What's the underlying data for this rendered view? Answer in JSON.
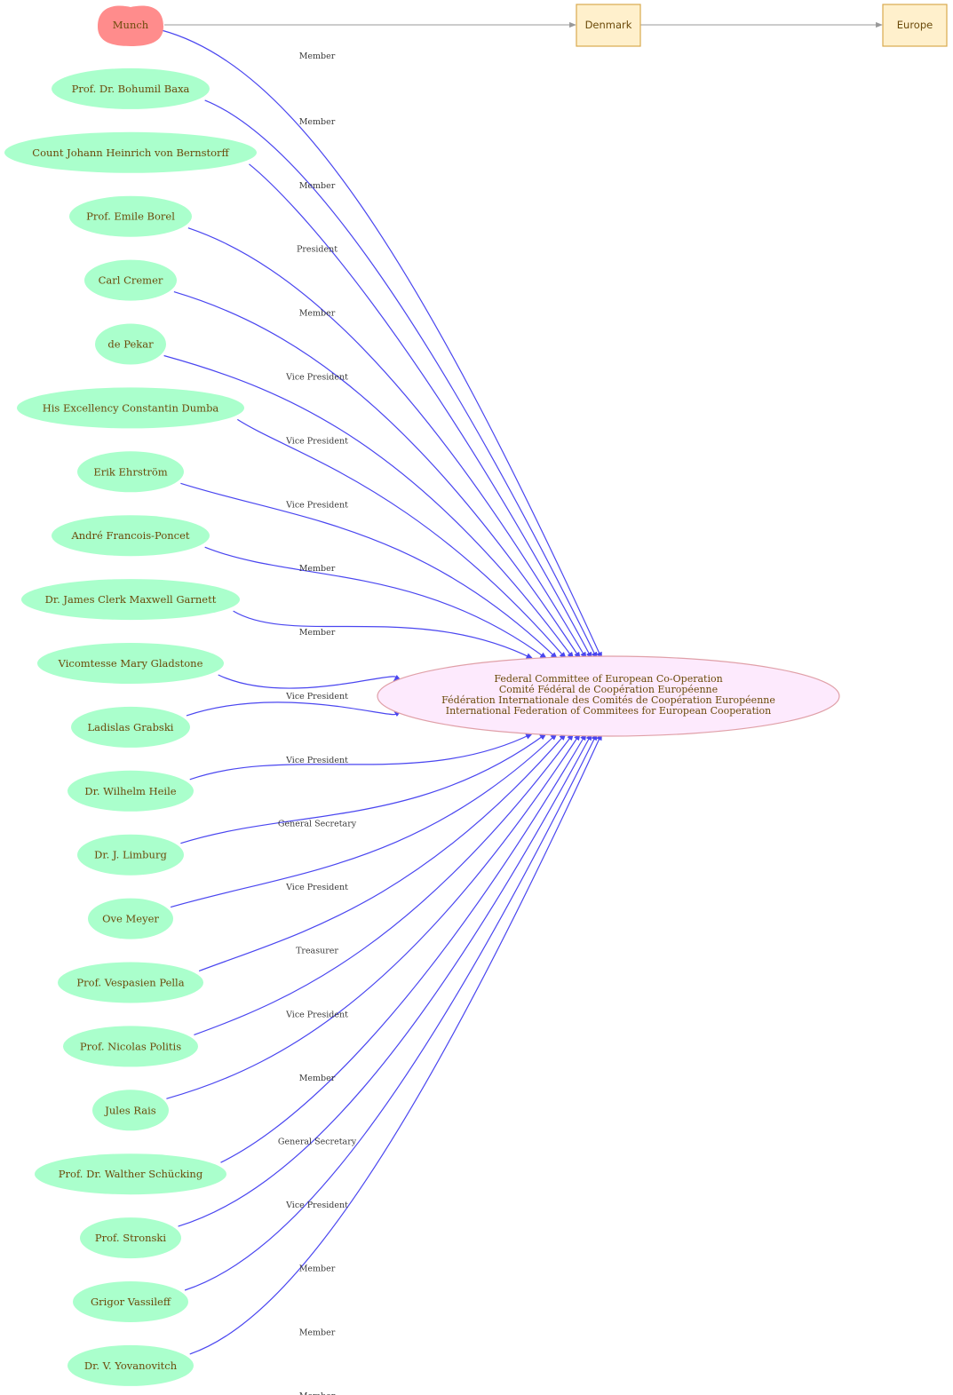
{
  "origin": {
    "label": "Munch",
    "color": "#ff8c8c"
  },
  "chain": [
    {
      "label": "Denmark",
      "fill": "#fff0cc",
      "stroke": "#d9a94e"
    },
    {
      "label": "Europe",
      "fill": "#fff0cc",
      "stroke": "#d9a94e"
    }
  ],
  "center": {
    "lines": [
      "Federal Committee of European Co-Operation",
      "Comité Fédéral de Coopération Européenne",
      "Fédération Internationale des Comités de Coopération Européenne",
      "International Federation of Commitees for European Cooperation"
    ],
    "fill": "#fdeafd",
    "stroke": "#e0a0a8"
  },
  "colors": {
    "person_fill": "#aaffcc",
    "edge": "#4a46f0",
    "chain_edge": "#999999"
  },
  "people": [
    {
      "name": "Munch",
      "role": "Member"
    },
    {
      "name": "Prof. Dr. Bohumil Baxa",
      "role": "Member"
    },
    {
      "name": "Count Johann Heinrich von Bernstorff",
      "role": "Member"
    },
    {
      "name": "Prof. Emile Borel",
      "role": "President"
    },
    {
      "name": "Carl Cremer",
      "role": "Member"
    },
    {
      "name": "de Pekar",
      "role": "Vice President"
    },
    {
      "name": "His Excellency Constantin Dumba",
      "role": "Vice President"
    },
    {
      "name": "Erik Ehrström",
      "role": "Vice President"
    },
    {
      "name": "André Francois-Poncet",
      "role": "Member"
    },
    {
      "name": "Dr. James Clerk Maxwell Garnett",
      "role": "Member"
    },
    {
      "name": "Vicomtesse Mary Gladstone",
      "role": "Vice President"
    },
    {
      "name": "Ladislas Grabski",
      "role": "Vice President"
    },
    {
      "name": "Dr. Wilhelm Heile",
      "role": "General Secretary"
    },
    {
      "name": "Dr. J. Limburg",
      "role": "Vice President"
    },
    {
      "name": "Ove Meyer",
      "role": "Treasurer"
    },
    {
      "name": "Prof. Vespasien Pella",
      "role": "Vice President"
    },
    {
      "name": "Prof. Nicolas Politis",
      "role": "Member"
    },
    {
      "name": "Jules Rais",
      "role": "General Secretary"
    },
    {
      "name": "Prof. Dr.  Walther Schücking",
      "role": "Vice President"
    },
    {
      "name": "Prof. Stronski",
      "role": "Member"
    },
    {
      "name": "Grigor Vassileff",
      "role": "Member"
    },
    {
      "name": "Dr. V. Yovanovitch",
      "role": "Member"
    }
  ]
}
